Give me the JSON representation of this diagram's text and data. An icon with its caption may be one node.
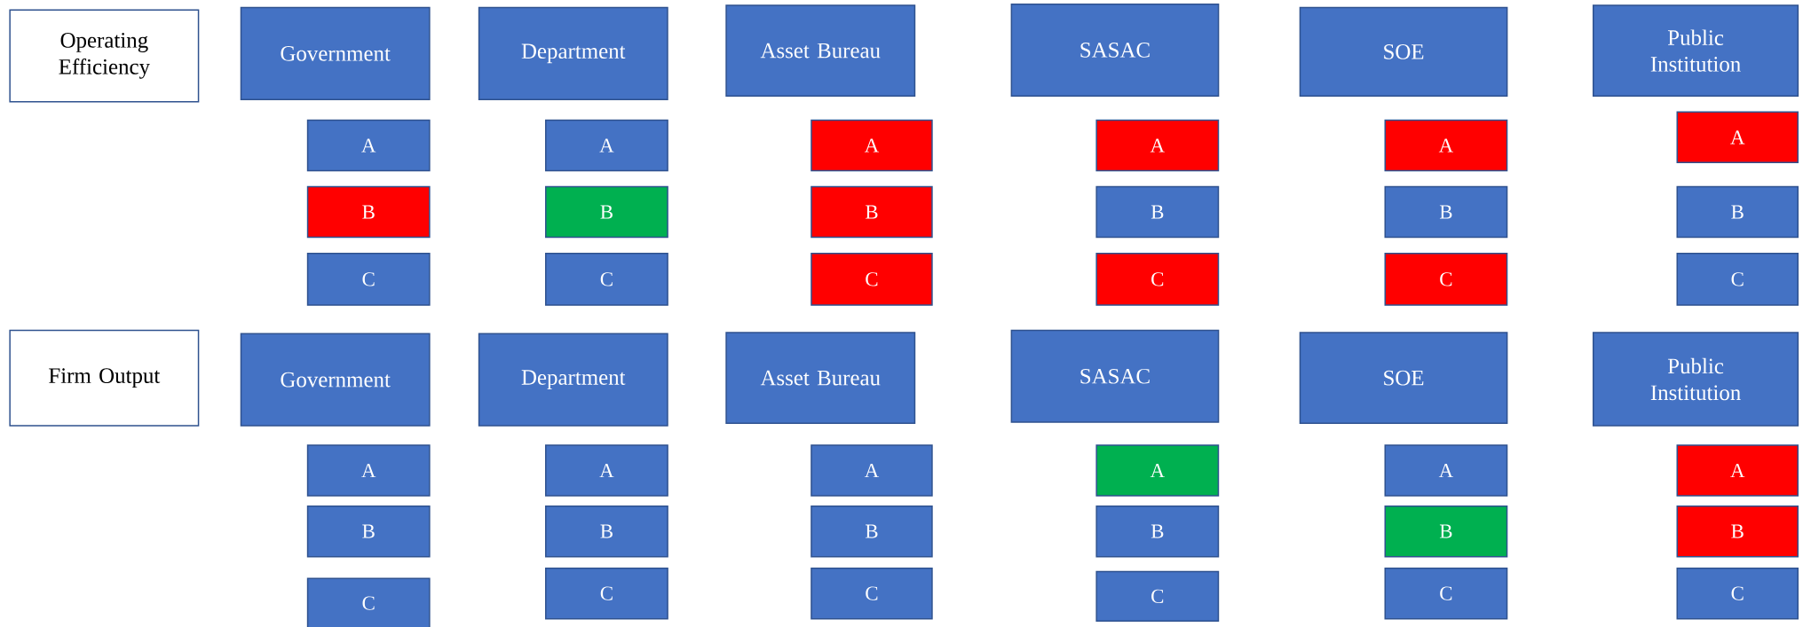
{
  "diagram": {
    "nodes": [
      {
        "text": [
          "Operating Efficiency"
        ]
      },
      {
        "text": [
          "Government"
        ]
      },
      {
        "text": [
          "Department"
        ]
      },
      {
        "text": [
          "Asset Bureau"
        ]
      },
      {
        "text": [
          "SASAC"
        ]
      },
      {
        "text": [
          "SOE"
        ]
      },
      {
        "text": [
          "Public Institution"
        ]
      },
      {
        "text": [
          "A"
        ]
      },
      {
        "text": [
          "B"
        ]
      },
      {
        "text": [
          "C"
        ]
      },
      {
        "text": [
          "A"
        ]
      },
      {
        "text": [
          "B"
        ]
      },
      {
        "text": [
          "C"
        ]
      },
      {
        "text": [
          "A"
        ]
      },
      {
        "text": [
          "B"
        ]
      },
      {
        "text": [
          "C"
        ]
      },
      {
        "text": [
          "A"
        ]
      },
      {
        "text": [
          "B"
        ]
      },
      {
        "text": [
          "C"
        ]
      },
      {
        "text": [
          "A"
        ]
      },
      {
        "text": [
          "B"
        ]
      },
      {
        "text": [
          "C"
        ]
      },
      {
        "text": [
          "A"
        ]
      },
      {
        "text": [
          "B"
        ]
      },
      {
        "text": [
          "C"
        ]
      },
      {
        "text": [
          "Firm Output"
        ]
      },
      {
        "text": [
          "Government"
        ]
      },
      {
        "text": [
          "Department"
        ]
      },
      {
        "text": [
          "Asset Bureau"
        ]
      },
      {
        "text": [
          "SASAC"
        ]
      },
      {
        "text": [
          "SOE"
        ]
      },
      {
        "text": [
          "Public Institution"
        ]
      },
      {
        "text": [
          "A"
        ]
      },
      {
        "text": [
          "B"
        ]
      },
      {
        "text": [
          "C"
        ]
      },
      {
        "text": [
          "A"
        ]
      },
      {
        "text": [
          "B"
        ]
      },
      {
        "text": [
          "C"
        ]
      },
      {
        "text": [
          "A"
        ]
      },
      {
        "text": [
          "B"
        ]
      },
      {
        "text": [
          "C"
        ]
      },
      {
        "text": [
          "A"
        ]
      },
      {
        "text": [
          "B"
        ]
      },
      {
        "text": [
          "C"
        ]
      },
      {
        "text": [
          "A"
        ]
      },
      {
        "text": [
          "B"
        ]
      },
      {
        "text": [
          "C"
        ]
      },
      {
        "text": [
          "A"
        ]
      },
      {
        "text": [
          "B"
        ]
      },
      {
        "text": [
          "C"
        ]
      }
    ]
  }
}
